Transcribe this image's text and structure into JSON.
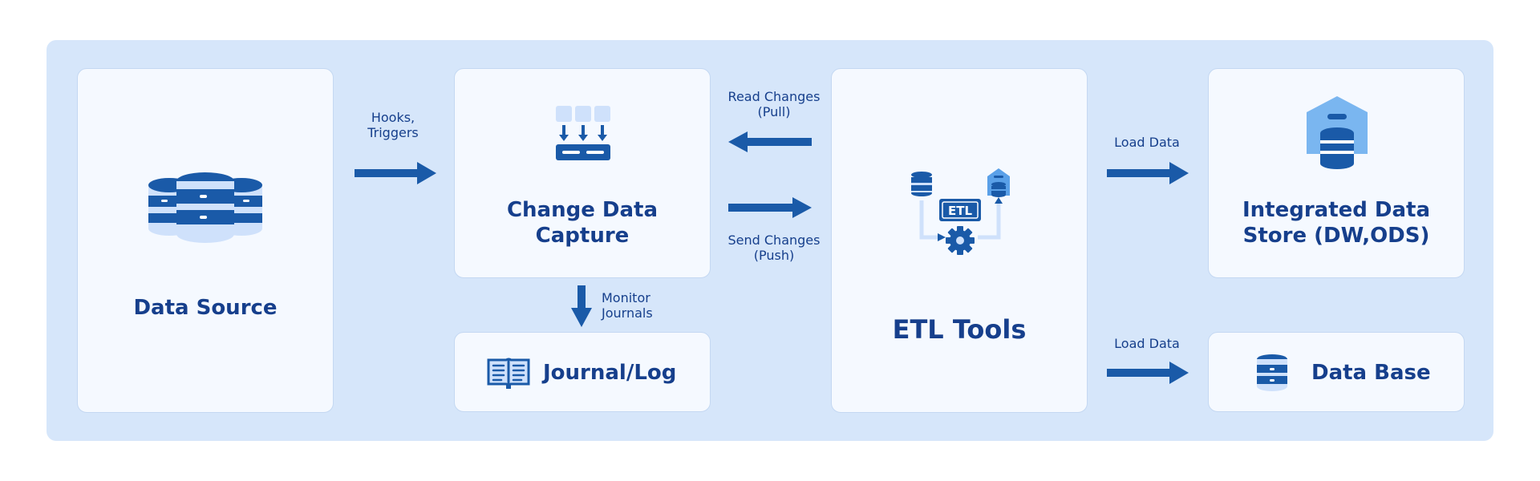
{
  "nodes": {
    "data_source": "Data Source",
    "cdc": "Change Data\nCapture",
    "journal": "Journal/Log",
    "etl": "ETL Tools",
    "integrated": "Integrated Data\nStore (DW,ODS)",
    "database": "Data Base"
  },
  "edges": {
    "hooks": "Hooks,\nTriggers",
    "read": "Read Changes\n(Pull)",
    "send": "Send Changes\n(Push)",
    "monitor": "Monitor\nJournals",
    "load1": "Load Data",
    "load2": "Load Data"
  },
  "etl_icon_text": "ETL",
  "colors": {
    "panel": "#d6e6fa",
    "card": "#f5f9ff",
    "primary": "#1a5aa8",
    "light": "#cfe1fb",
    "text": "#163f8c"
  }
}
